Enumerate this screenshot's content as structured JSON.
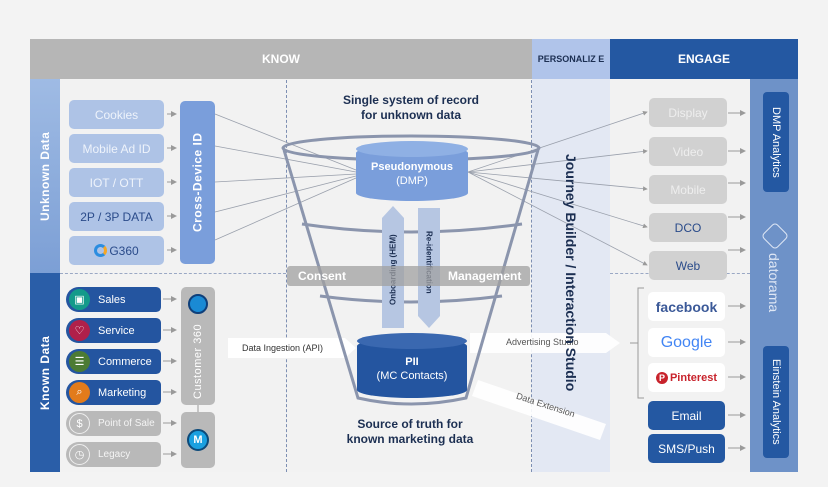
{
  "header": {
    "know": "KNOW",
    "personalize": "PERSONALIZ E",
    "engage": "ENGAGE"
  },
  "colors": {
    "know_header": "#b6b6b6",
    "personalize_header": "#b0c4ea",
    "engage_header": "#2458a2",
    "unknown_side": "#8fb0df",
    "known_side": "#2a5ea8",
    "analytics_column": "#6e92c8",
    "pii_db": "#2455a0",
    "dmp_db": "#7a9edb"
  },
  "left": {
    "unknown_label": "Unknown Data",
    "known_label": "Known Data",
    "unknown_sources": [
      {
        "label": "Cookies"
      },
      {
        "label": "Mobile Ad ID"
      },
      {
        "label": "IOT / OTT"
      },
      {
        "label": "2P / 3P DATA"
      },
      {
        "label": "G360",
        "icon": "g360-logo-icon"
      }
    ],
    "cross_device": "Cross-Device ID",
    "known_sources": [
      {
        "label": "Sales",
        "icon": "chart-icon",
        "color": "#139a8a"
      },
      {
        "label": "Service",
        "icon": "heart-icon",
        "color": "#b0204a"
      },
      {
        "label": "Commerce",
        "icon": "cart-icon",
        "color": "#4c7b34"
      },
      {
        "label": "Marketing",
        "icon": "search-icon",
        "color": "#e27b1b"
      },
      {
        "label": "Point of Sale",
        "icon": "dollar-icon",
        "color": "#b9b9b9"
      },
      {
        "label": "Legacy",
        "icon": "clock-icon",
        "color": "#b9b9b9"
      }
    ],
    "customer360": "Customer 360",
    "mulesoft": "M"
  },
  "center": {
    "top_caption_line1": "Single system of record",
    "top_caption_line2": "for unknown data",
    "dmp_title": "Pseudonymous",
    "dmp_sub": "(DMP)",
    "onboarding": "Onboarding (HEM)",
    "reidentification": "Re-identification",
    "consent": "Consent",
    "management": "Management",
    "pii_title": "PII",
    "pii_sub": "(MC Contacts)",
    "bottom_caption_line1": "Source of truth for",
    "bottom_caption_line2": "known marketing data",
    "data_ingestion": "Data Ingestion (API)",
    "advertising_studio": "Advertising Studio",
    "data_extension": "Data Extension"
  },
  "personalize": {
    "label": "Journey Builder / Interaction Studio"
  },
  "engage": {
    "channels": [
      {
        "label": "Display"
      },
      {
        "label": "Video"
      },
      {
        "label": "Mobile"
      },
      {
        "label": "DCO"
      },
      {
        "label": "Web"
      }
    ],
    "social": [
      {
        "label": "facebook",
        "color": "#3b5998"
      },
      {
        "label": "Google",
        "color": "#4285f4"
      },
      {
        "label": "Pinterest",
        "color": "#c8232c"
      }
    ],
    "direct": [
      {
        "label": "Email"
      },
      {
        "label": "SMS/Push"
      }
    ],
    "dmp_analytics": "DMP Analytics",
    "datorama": "datorama",
    "einstein_analytics": "Einstein Analytics"
  }
}
